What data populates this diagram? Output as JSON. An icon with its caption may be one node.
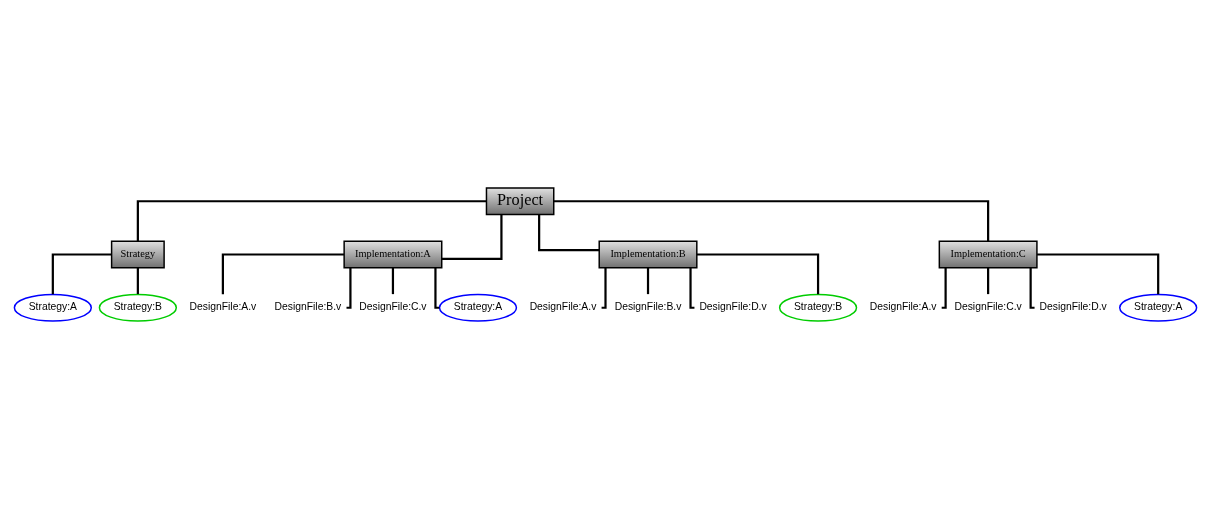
{
  "diagram": {
    "nodes": [
      {
        "text": [
          "Project"
        ]
      },
      {
        "text": [
          "Strategy"
        ]
      },
      {
        "text": [
          "Implementation:A"
        ]
      },
      {
        "text": [
          "Implementation:B"
        ]
      },
      {
        "text": [
          "Implementation:C"
        ]
      },
      {
        "text": [
          "Strategy:A"
        ]
      },
      {
        "text": [
          "Strategy:B"
        ]
      },
      {
        "text": [
          "DesignFile:A.v"
        ]
      },
      {
        "text": [
          "DesignFile:B.v"
        ]
      },
      {
        "text": [
          "DesignFile:C.v"
        ]
      },
      {
        "text": [
          "Strategy:A"
        ]
      },
      {
        "text": [
          "DesignFile:A.v"
        ]
      },
      {
        "text": [
          "DesignFile:B.v"
        ]
      },
      {
        "text": [
          "DesignFile:D.v"
        ]
      },
      {
        "text": [
          "Strategy:B"
        ]
      },
      {
        "text": [
          "DesignFile:A.v"
        ]
      },
      {
        "text": [
          "DesignFile:C.v"
        ]
      },
      {
        "text": [
          "DesignFile:D.v"
        ]
      },
      {
        "text": [
          "Strategy:A"
        ]
      }
    ],
    "edges": [
      {
        "from": 0,
        "to": 1,
        "arrow": "none"
      },
      {
        "from": 0,
        "to": 2,
        "arrow": "none"
      },
      {
        "from": 0,
        "to": 3,
        "arrow": "none"
      },
      {
        "from": 0,
        "to": 4,
        "arrow": "none"
      },
      {
        "from": 1,
        "to": 5,
        "arrow": "none"
      },
      {
        "from": 1,
        "to": 6,
        "arrow": "none"
      },
      {
        "from": 2,
        "to": 7,
        "arrow": "none"
      },
      {
        "from": 2,
        "to": 8,
        "arrow": "none"
      },
      {
        "from": 2,
        "to": 9,
        "arrow": "none"
      },
      {
        "from": 2,
        "to": 10,
        "arrow": "none"
      },
      {
        "from": 3,
        "to": 11,
        "arrow": "none"
      },
      {
        "from": 3,
        "to": 12,
        "arrow": "none"
      },
      {
        "from": 3,
        "to": 13,
        "arrow": "none"
      },
      {
        "from": 3,
        "to": 14,
        "arrow": "none"
      },
      {
        "from": 4,
        "to": 15,
        "arrow": "none"
      },
      {
        "from": 4,
        "to": 16,
        "arrow": "none"
      },
      {
        "from": 4,
        "to": 17,
        "arrow": "none"
      },
      {
        "from": 4,
        "to": 18,
        "arrow": "none"
      }
    ]
  }
}
